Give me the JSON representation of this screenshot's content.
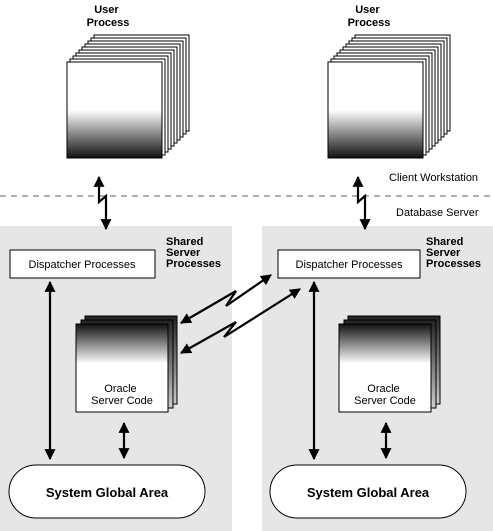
{
  "labels": {
    "user_process_left": [
      "User",
      "Process"
    ],
    "user_process_right": [
      "User",
      "Process"
    ],
    "client_workstation": "Client Workstation",
    "database_server": "Database Server",
    "shared_server_left": [
      "Shared",
      "Server",
      "Processes"
    ],
    "shared_server_right": [
      "Shared",
      "Server",
      "Processes"
    ],
    "dispatcher_left": "Dispatcher Processes",
    "dispatcher_right": "Dispatcher Processes",
    "oracle_code_left": [
      "Oracle",
      "Server Code"
    ],
    "oracle_code_right": [
      "Oracle",
      "Server Code"
    ],
    "sga_left": "System Global Area",
    "sga_right": "System Global Area"
  },
  "colors": {
    "server_area": "#e6e6e6",
    "dashed_divider": "#b0b0b0",
    "stroke": "#000000",
    "box_fill": "#ffffff"
  }
}
